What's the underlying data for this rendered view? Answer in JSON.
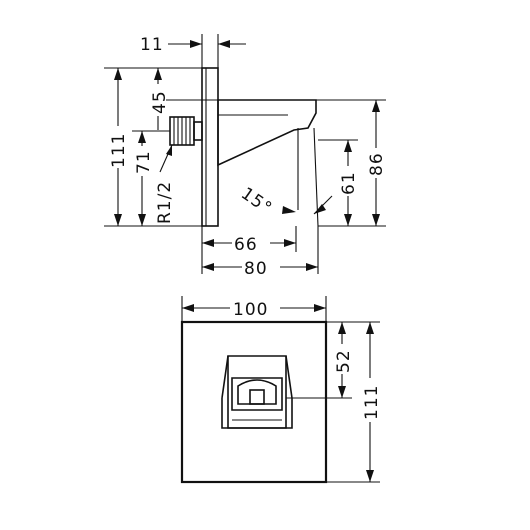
{
  "side_view": {
    "dim_wall_thickness": "11",
    "dim_overall_height": "111",
    "dim_top_offset": "45",
    "dim_pipe_height": "71",
    "dim_thread": "R1/2",
    "dim_angle": "15°",
    "dim_spout_height": "86",
    "dim_outlet_height": "61",
    "dim_reach_short": "66",
    "dim_reach_long": "80"
  },
  "front_view": {
    "dim_width": "100",
    "dim_outlet_top": "52",
    "dim_height": "111"
  }
}
